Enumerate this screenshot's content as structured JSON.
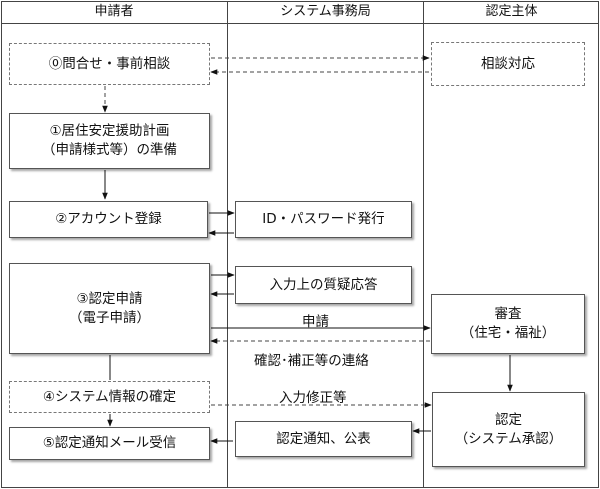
{
  "lanes": {
    "applicant": "申請者",
    "secretariat": "システム事務局",
    "certifier": "認定主体"
  },
  "boxes": {
    "inquiry": "⓪問合せ・事前相談",
    "consultation": "相談対応",
    "plan": "①居住安定援助計画\n（申請様式等）の準備",
    "account": "②アカウント登録",
    "id_issue": "ID・パスワード発行",
    "application": "③認定申請\n（電子申請）",
    "qa": "入力上の質疑応答",
    "review": "審査\n（住宅・福祉）",
    "confirm": "④システム情報の確定",
    "certification": "認定\n（システム承認）",
    "mail": "⑤認定通知メール受信",
    "notice": "認定通知、公表"
  },
  "labels": {
    "apply": "申請",
    "contact": "確認･補正等の連絡",
    "correction": "入力修正等"
  }
}
